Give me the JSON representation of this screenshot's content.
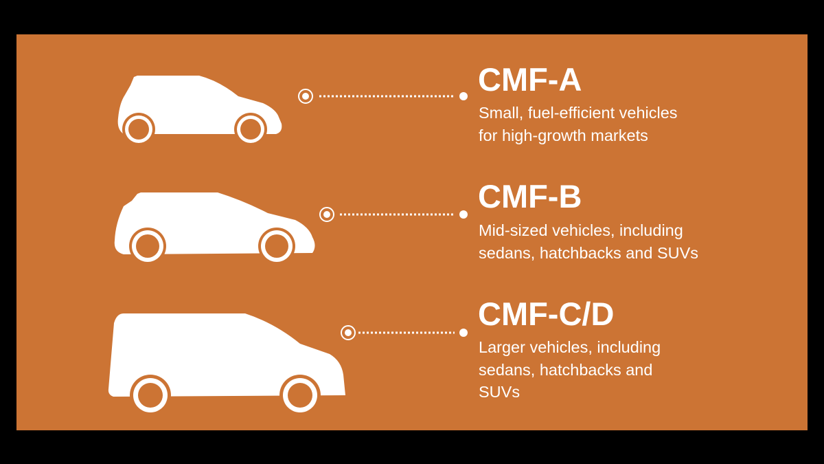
{
  "colors": {
    "background": "#000000",
    "panel": "#cc7434",
    "foreground": "#ffffff"
  },
  "platforms": [
    {
      "title": "CMF-A",
      "description_lines": [
        "Small, fuel-efficient vehicles",
        "for high-growth markets"
      ],
      "icon": "hatchback-car-icon"
    },
    {
      "title": "CMF-B",
      "description_lines": [
        "Mid-sized vehicles, including",
        "sedans, hatchbacks and SUVs"
      ],
      "icon": "compact-car-icon"
    },
    {
      "title": "CMF-C/D",
      "description_lines": [
        "Larger vehicles, including",
        "sedans, hatchbacks and",
        "SUVs"
      ],
      "icon": "van-icon"
    }
  ]
}
